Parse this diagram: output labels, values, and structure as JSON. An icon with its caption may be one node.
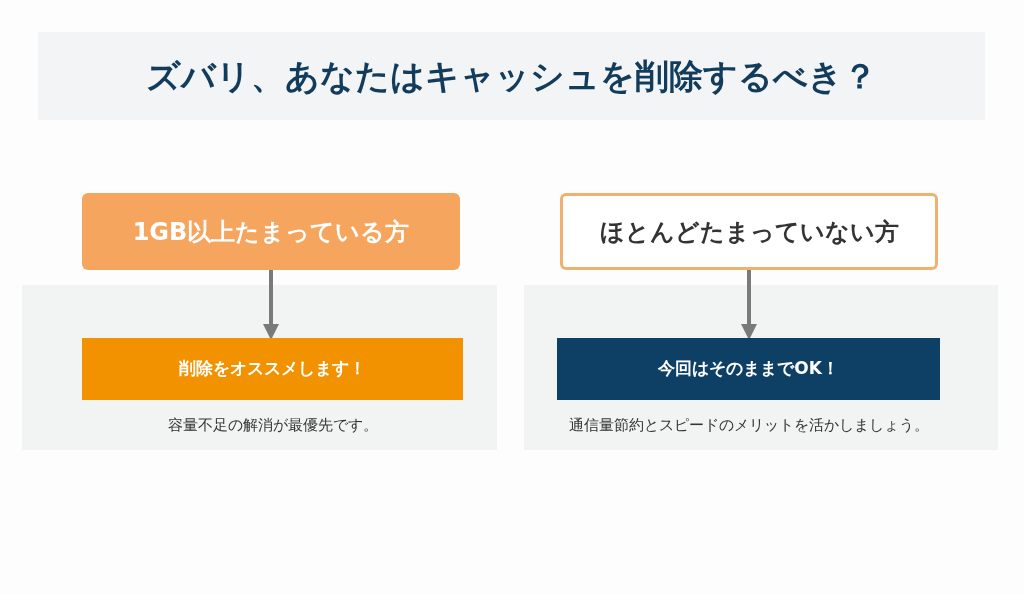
{
  "diagram": {
    "title": "ズバリ、あなたはキャッシュを削除するべき？",
    "nodes": [
      {
        "text": [
          "1GB以上たまっている方"
        ]
      },
      {
        "text": [
          "削除をオススメします！"
        ],
        "beside": [
          "容量不足の解消が最優先です。"
        ]
      },
      {
        "text": [
          "ほとんどたまっていない方"
        ]
      },
      {
        "text": [
          "今回はそのままでOK！"
        ],
        "beside": [
          "通信量節約とスピードのメリットを活かしましょう。"
        ]
      }
    ],
    "edges": [
      {
        "from": 0,
        "to": 1,
        "arrow": "to"
      },
      {
        "from": 2,
        "to": 3,
        "arrow": "to"
      }
    ]
  }
}
